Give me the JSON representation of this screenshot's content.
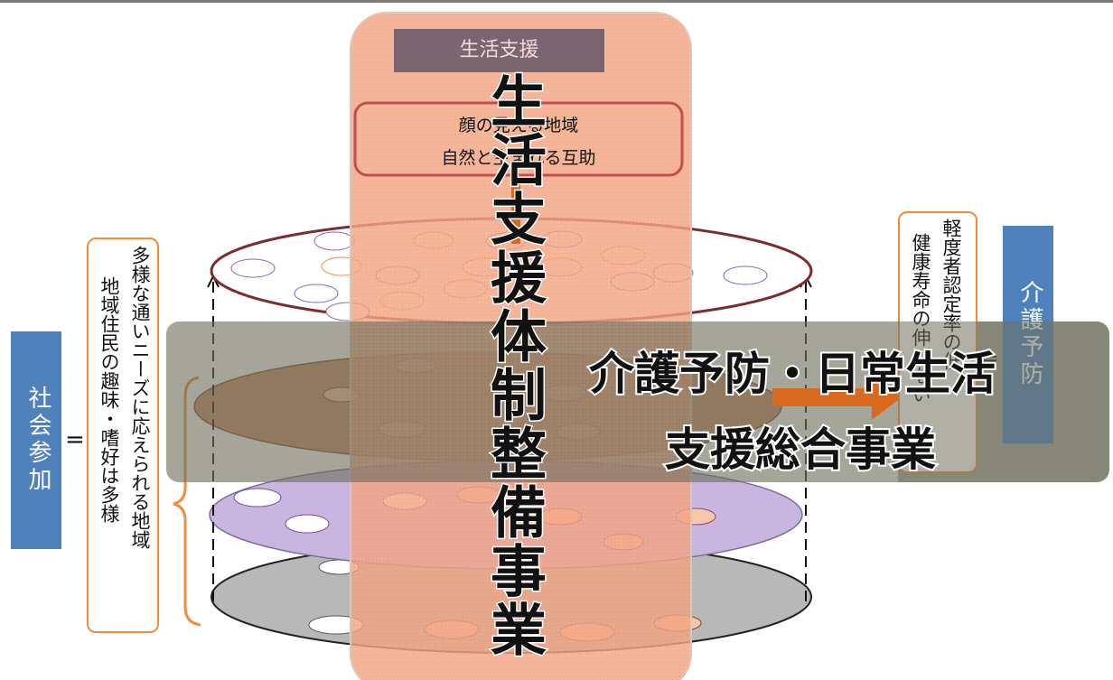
{
  "center_pillar": {
    "header": "生活支援",
    "box_line1": "顔の見える地域",
    "box_line2": "自然と生まれる互助",
    "big_title": "生活支援体制整備事業"
  },
  "left": {
    "social_participation": "社会参加",
    "equals": "=",
    "col1": "多様な通いニーズに応えられる地域",
    "col2": "地域住民の趣味・嗜好は多様"
  },
  "right": {
    "care_prevention": "介護予防",
    "equals": "=",
    "col1": "軽度者認定率の低",
    "col2": "健康寿命の伸びない"
  },
  "banner": {
    "line1": "介護予防・日常生活",
    "line2": "支援総合事業"
  },
  "colors": {
    "pillar": "#f4a582",
    "box_border": "#c0504d",
    "banner": "#6f6f5c",
    "blue": "#4f81bd",
    "orange": "#f08c3c",
    "layer_top_border": "#7b2c2c",
    "layer_purple": "#b9a3d6",
    "layer_gray": "#a6a6a6",
    "layer_brown": "#c87a4a"
  }
}
